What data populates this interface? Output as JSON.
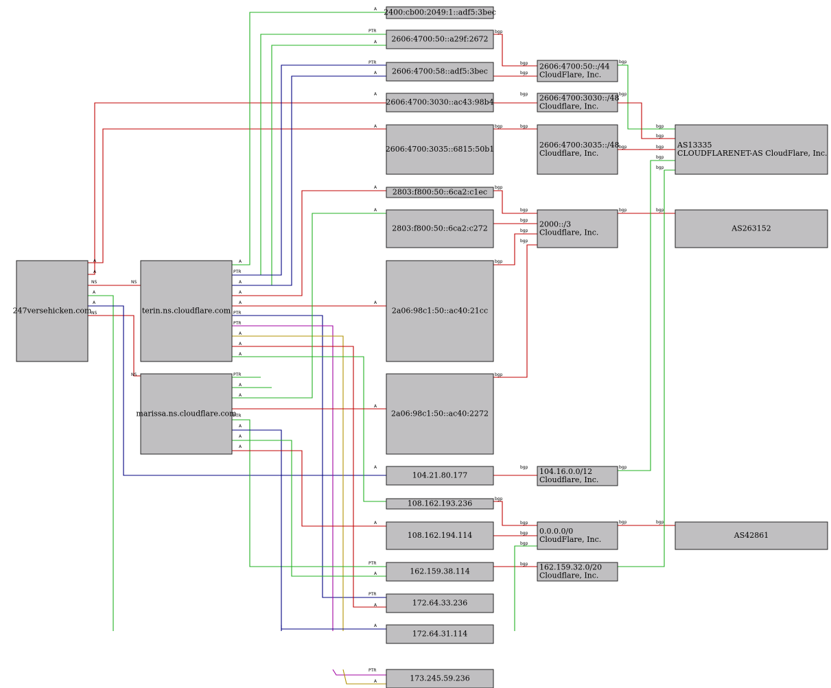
{
  "colors": {
    "A": "#c00000",
    "A_green": "#20b020",
    "PTR": "#20b020",
    "PTR_blue": "#000080",
    "NS": "#c00000",
    "bgp_red": "#b00000",
    "bgp_green": "#20b020",
    "magenta": "#a000a0",
    "olive": "#b09000",
    "node_fill": "#c0bfc1"
  },
  "nodes": [
    {
      "id": "domain",
      "lines": [
        "247versehicken.com"
      ]
    },
    {
      "id": "ns-terin",
      "lines": [
        "terin.ns.cloudflare.com"
      ]
    },
    {
      "id": "ns-marissa",
      "lines": [
        "marissa.ns.cloudflare.com"
      ]
    },
    {
      "id": "ip-2400",
      "lines": [
        "2400:cb00:2049:1::adf5:3bec"
      ]
    },
    {
      "id": "ip-a29f",
      "lines": [
        "2606:4700:50::a29f:2672"
      ]
    },
    {
      "id": "ip-adf5",
      "lines": [
        "2606:4700:58::adf5:3bec"
      ]
    },
    {
      "id": "ip-3030",
      "lines": [
        "2606:4700:3030::ac43:98b4"
      ]
    },
    {
      "id": "ip-3035",
      "lines": [
        "2606:4700:3035::6815:50b1"
      ]
    },
    {
      "id": "ip-2803a",
      "lines": [
        "2803:f800:50::6ca2:c1ec"
      ]
    },
    {
      "id": "ip-2803b",
      "lines": [
        "2803:f800:50::6ca2:c272"
      ]
    },
    {
      "id": "ip-21cc",
      "lines": [
        "2a06:98c1:50::ac40:21cc"
      ]
    },
    {
      "id": "ip-2272",
      "lines": [
        "2a06:98c1:50::ac40:2272"
      ]
    },
    {
      "id": "ip-104",
      "lines": [
        "104.21.80.177"
      ]
    },
    {
      "id": "ip-108a",
      "lines": [
        "108.162.193.236"
      ]
    },
    {
      "id": "ip-108b",
      "lines": [
        "108.162.194.114"
      ]
    },
    {
      "id": "ip-162",
      "lines": [
        "162.159.38.114"
      ]
    },
    {
      "id": "ip-172a",
      "lines": [
        "172.64.33.236"
      ]
    },
    {
      "id": "ip-172b",
      "lines": [
        "172.64.31.114"
      ]
    },
    {
      "id": "ip-173",
      "lines": [
        "173.245.59.236"
      ]
    },
    {
      "id": "pfx-50-44",
      "lines": [
        "2606:4700:50::/44",
        "CloudFlare, Inc."
      ]
    },
    {
      "id": "pfx-3030",
      "lines": [
        "2606:4700:3030::/48",
        "Cloudflare, Inc."
      ]
    },
    {
      "id": "pfx-3035",
      "lines": [
        "2606:4700:3035::/48",
        "Cloudflare, Inc."
      ]
    },
    {
      "id": "pfx-2000",
      "lines": [
        "2000::/3",
        "Cloudflare, Inc."
      ]
    },
    {
      "id": "pfx-104",
      "lines": [
        "104.16.0.0/12",
        "Cloudflare, Inc."
      ]
    },
    {
      "id": "pfx-0000",
      "lines": [
        "0.0.0.0/0",
        "CloudFlare, Inc."
      ]
    },
    {
      "id": "pfx-162",
      "lines": [
        "162.159.32.0/20",
        "Cloudflare, Inc."
      ]
    },
    {
      "id": "as-13335",
      "lines": [
        "AS13335",
        "CLOUDFLARENET-AS CloudFlare, Inc."
      ]
    },
    {
      "id": "as-263152",
      "lines": [
        "AS263152"
      ]
    },
    {
      "id": "as-42861",
      "lines": [
        "AS42861"
      ]
    }
  ],
  "edge_labels": {
    "A": "A",
    "PTR": "PTR",
    "NS": "NS",
    "bgp": "bgp"
  }
}
